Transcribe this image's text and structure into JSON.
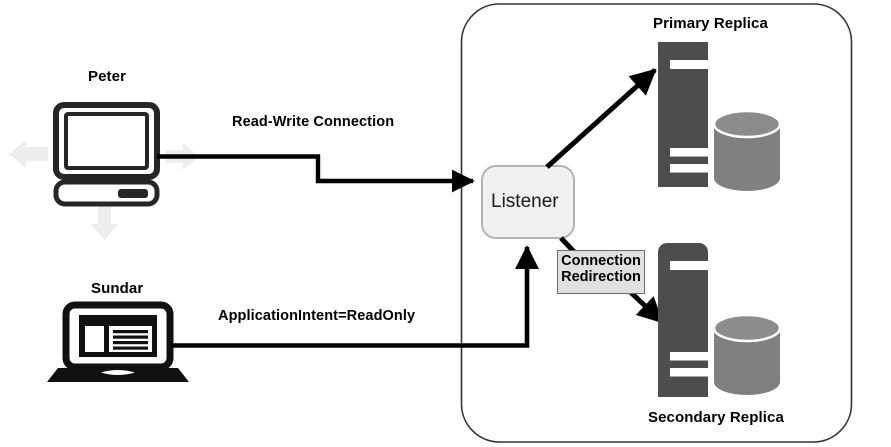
{
  "diagram": {
    "title_context": "SQL Server Always On Availability Group read-write / read-only routing",
    "container": {
      "name": "availability-group-boundary"
    },
    "clients": [
      {
        "id": "peter",
        "label": "Peter",
        "device": "desktop-computer-icon",
        "connection_label": "Read-Write Connection"
      },
      {
        "id": "sundar",
        "label": "Sundar",
        "device": "laptop-computer-icon",
        "connection_label": "ApplicationIntent=ReadOnly"
      }
    ],
    "listener": {
      "label": "Listener"
    },
    "redirection": {
      "line1": "Connection",
      "line2": "Redirection"
    },
    "replicas": [
      {
        "id": "primary",
        "label": "Primary Replica",
        "icon": "server-and-database-icon"
      },
      {
        "id": "secondary",
        "label": "Secondary Replica",
        "icon": "server-and-database-icon"
      }
    ],
    "hint_arrows": [
      {
        "name": "hint-arrow-left",
        "direction": "left"
      },
      {
        "name": "hint-arrow-right",
        "direction": "right"
      },
      {
        "name": "hint-arrow-down",
        "direction": "down"
      }
    ],
    "colors": {
      "stroke": "#000000",
      "container_border": "#333333",
      "listener_fill": "#f0f0f0",
      "listener_border": "#b3b3b3",
      "redirect_fill": "#e0e0e0",
      "redirect_border": "#6b6b6b",
      "server_dark": "#4d4d4d",
      "database_gray": "#808080",
      "icon_dark": "#262626",
      "hint_gray": "#ededed"
    }
  }
}
